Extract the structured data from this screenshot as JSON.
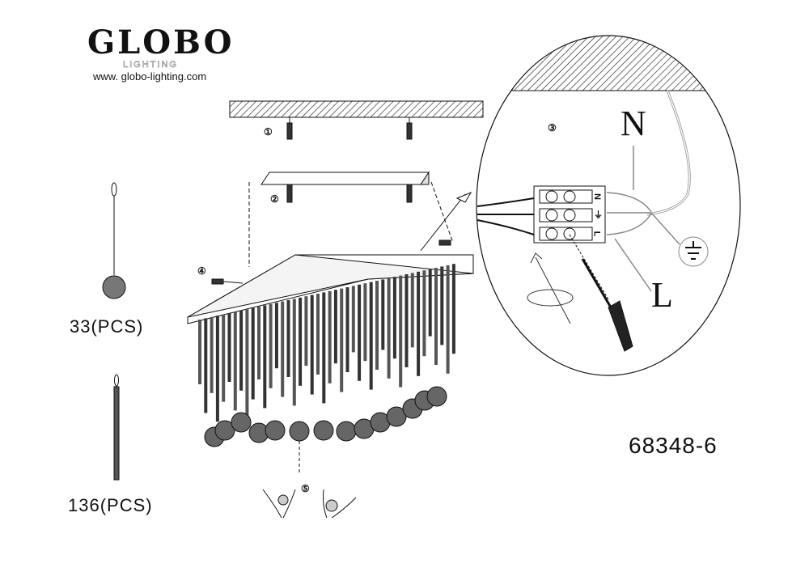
{
  "brand": {
    "name": "GLOBO",
    "sub": "LIGHTING",
    "url": "www. globo-lighting.com"
  },
  "parts": [
    {
      "label": "33(PCS)",
      "icon": "crystal-ball-pendant-icon"
    },
    {
      "label": "136(PCS)",
      "icon": "crystal-strand-icon"
    }
  ],
  "model": "68348-6",
  "steps": [
    "①",
    "②",
    "③",
    "④",
    "⑤"
  ],
  "wiring": {
    "neutral": "N",
    "live": "L",
    "terminal_labels": [
      "N",
      "⏚",
      "L"
    ]
  },
  "colors": {
    "line": "#111111",
    "ground": "#888888"
  }
}
